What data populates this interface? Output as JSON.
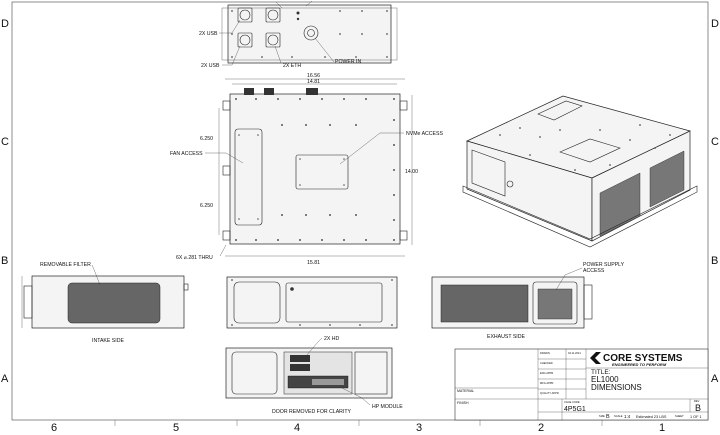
{
  "zones": {
    "columns": [
      "6",
      "5",
      "4",
      "3",
      "2",
      "1"
    ],
    "rows": [
      "D",
      "C",
      "B",
      "A"
    ]
  },
  "top_view": {
    "labels": {
      "usb_upper": "2X USB",
      "usb_lower": "2X USB",
      "eth": "2X ETH",
      "power_in": "POWER IN"
    }
  },
  "front_view": {
    "dims": {
      "overall_width": "16.56",
      "inner_width": "14.81",
      "base_width": "15.81",
      "height": "14.00",
      "pitch_upper": "6.250",
      "pitch_lower": "6.250"
    },
    "labels": {
      "fan_access": "FAN ACCESS",
      "nvme_access": "NVMe ACCESS",
      "mount_holes": "6X  ⌀.281 THRU"
    }
  },
  "side_views": {
    "removable_filter": "REMOVABLE FILTER",
    "intake_side": "INTAKE SIDE",
    "exhaust_side": "EXHAUST SIDE",
    "power_supply_access_1": "POWER SUPPLY",
    "power_supply_access_2": "ACCESS"
  },
  "bottom_view": {
    "hd_label": "2X HD",
    "door_label": "DOOR REMOVED FOR CLARITY",
    "hp_module": "HP MODULE"
  },
  "title_block": {
    "company": "CORE SYSTEMS",
    "tagline": "ENGINEERED TO PERFORM",
    "title_label": "TITLE:",
    "title_line1": "EL1000",
    "title_line2": "DIMENSIONS",
    "material": "MATERIAL",
    "finish": "FINISH",
    "drawn": "DRAWN",
    "checked": "CHECKED",
    "eng_appr": "ENG APPR",
    "mfg_appr": "MFG APPR",
    "quality_appr": "QUALITY APPR",
    "date": "04.11.2021",
    "cage_code": "CAGE CODE",
    "cage_value": "4P5G1",
    "rev_label": "REV",
    "rev_value": "B",
    "size_label": "SIZE",
    "size_value": "B",
    "scale_label": "SCALE",
    "scale_value": "1:4",
    "weight": "Estimated 23 LBS",
    "sheet_label": "SHEET",
    "sheet_value": "1 OF 1"
  }
}
